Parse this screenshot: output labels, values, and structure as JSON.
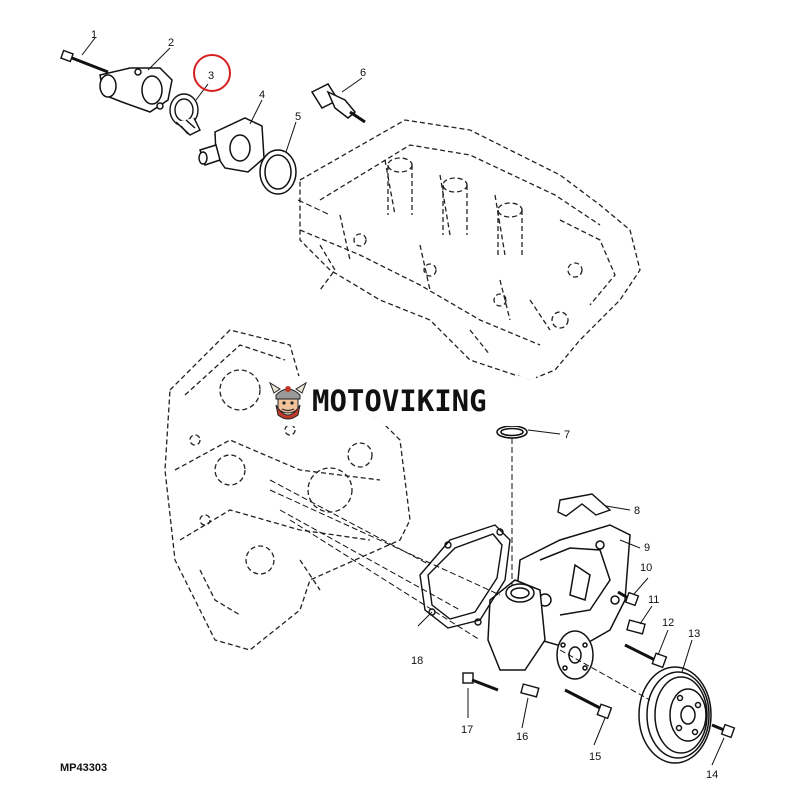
{
  "diagram": {
    "callouts": [
      "1",
      "2",
      "3",
      "4",
      "5",
      "6",
      "7",
      "8",
      "9",
      "10",
      "11",
      "12",
      "13",
      "14",
      "15",
      "16",
      "17",
      "18"
    ],
    "highlighted_callout": "3",
    "highlight_color": "#d62020",
    "drawing_code": "MP43303"
  },
  "watermark": {
    "text": "MOTOVIKING",
    "icon": "viking-head-logo-icon"
  }
}
